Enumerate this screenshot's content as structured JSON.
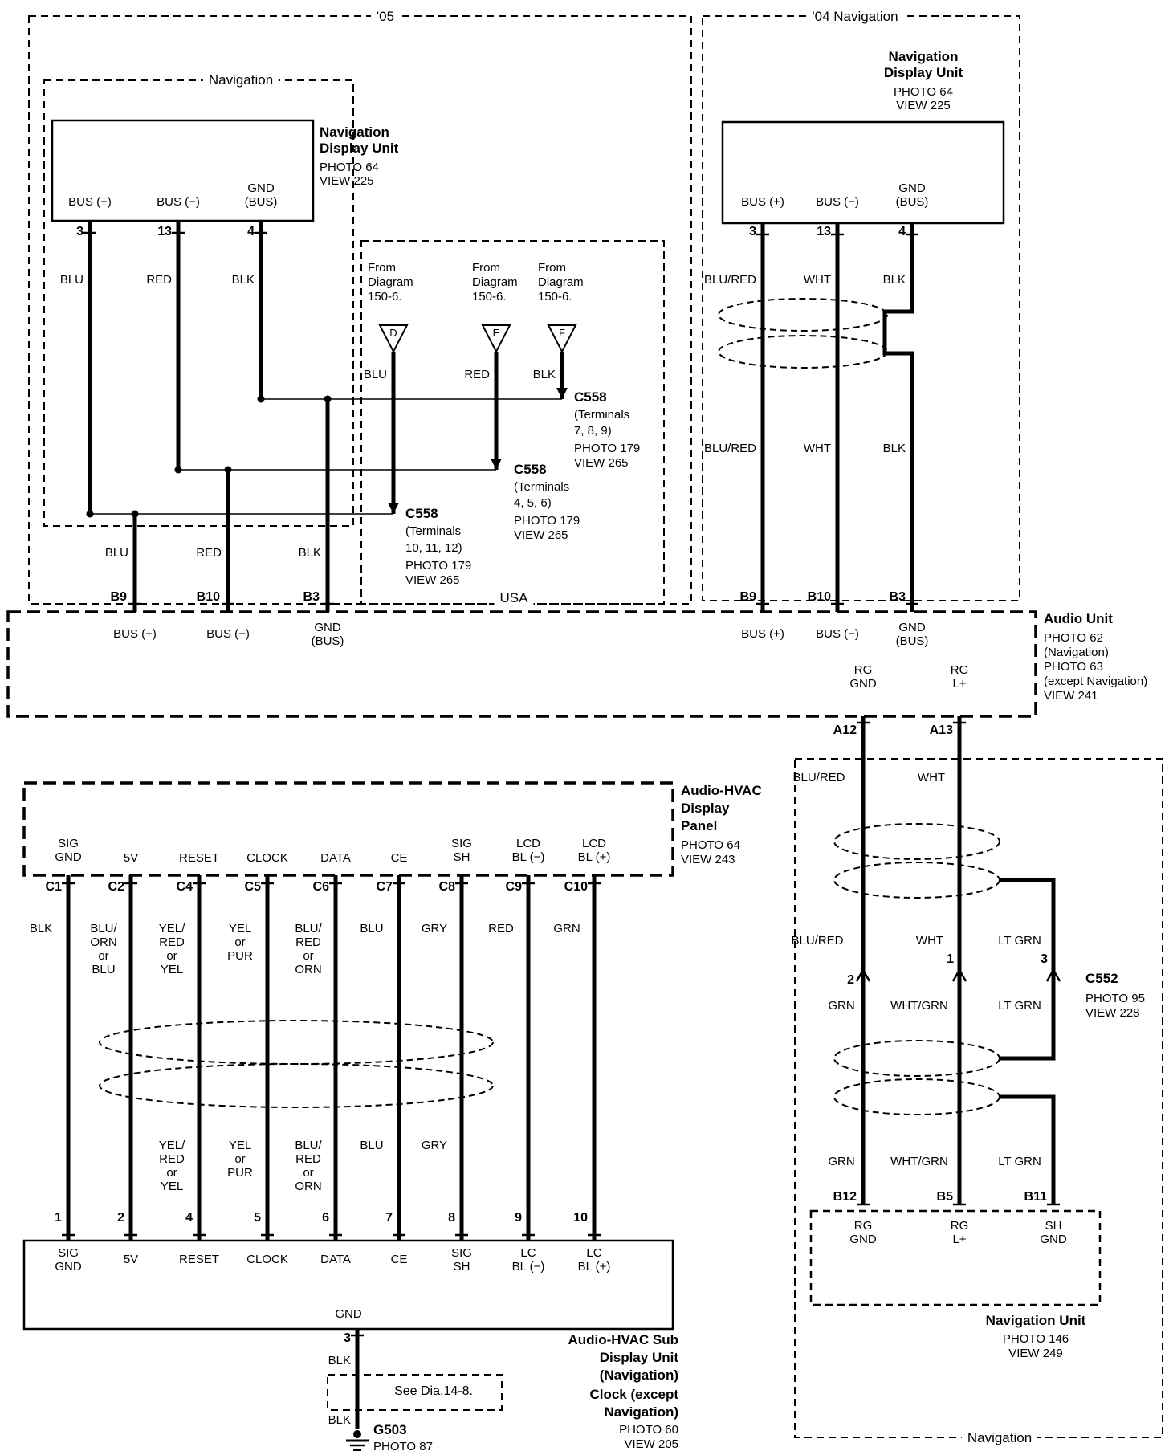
{
  "s05": {
    "region_label": "'05",
    "nav_box_label": "Navigation",
    "display_unit": {
      "line1": "Navigation",
      "line2": "Display Unit",
      "photo": "PHOTO 64",
      "view": "VIEW 225"
    },
    "pin_names": {
      "bus_pos": "BUS (+)",
      "bus_neg": "BUS (−)",
      "gnd": "GND\n(BUS)"
    },
    "pin_nums": {
      "p3": "3",
      "p13": "13",
      "p4": "4"
    },
    "wire_colors_top": {
      "blu": "BLU",
      "red": "RED",
      "blk": "BLK"
    },
    "from_diagram": {
      "text": "From\nDiagram\n150-6.",
      "d": "D",
      "e": "E",
      "f": "F"
    },
    "branch_colors": {
      "blu": "BLU",
      "red": "RED",
      "blk": "BLK"
    },
    "c558_1": {
      "name": "C558",
      "l1": "(Terminals",
      "l2": "7, 8, 9)",
      "photo": "PHOTO 179",
      "view": "VIEW 265"
    },
    "c558_2": {
      "name": "C558",
      "l1": "(Terminals",
      "l2": "4, 5, 6)",
      "photo": "PHOTO 179",
      "view": "VIEW 265"
    },
    "c558_3": {
      "name": "C558",
      "l1": "(Terminals",
      "l2": "10, 11, 12)",
      "photo": "PHOTO 179",
      "view": "VIEW 265"
    },
    "usa_label": "USA",
    "wire_colors_bottom": {
      "blu": "BLU",
      "red": "RED",
      "blk": "BLK"
    },
    "conn": {
      "b9": "B9",
      "b10": "B10",
      "b3": "B3"
    }
  },
  "s04": {
    "region_label": "'04 Navigation",
    "display_unit": {
      "line1": "Navigation",
      "line2": "Display Unit",
      "photo": "PHOTO 64",
      "view": "VIEW 225"
    },
    "pin_names": {
      "bus_pos": "BUS (+)",
      "bus_neg": "BUS (−)",
      "gnd": "GND\n(BUS)"
    },
    "pin_nums": {
      "p3": "3",
      "p13": "13",
      "p4": "4"
    },
    "wire_colors_top": {
      "w1": "BLU/RED",
      "w2": "WHT",
      "w3": "BLK"
    },
    "wire_colors_bottom": {
      "w1": "BLU/RED",
      "w2": "WHT",
      "w3": "BLK"
    },
    "conn": {
      "b9": "B9",
      "b10": "B10",
      "b3": "B3"
    }
  },
  "audio_unit": {
    "title": "Audio Unit",
    "photo1": "PHOTO 62",
    "note1": "(Navigation)",
    "photo2": "PHOTO 63",
    "note2": "(except Navigation)",
    "view": "VIEW 241",
    "left_pins": {
      "bus_pos": "BUS (+)",
      "bus_neg": "BUS (−)",
      "gnd": "GND\n(BUS)"
    },
    "right_pins": {
      "bus_pos": "BUS (+)",
      "bus_neg": "BUS (−)",
      "gnd": "GND\n(BUS)"
    },
    "out_pins": {
      "rg_gnd": "RG\nGND",
      "rg_lplus": "RG\nL+"
    },
    "out_conn": {
      "a12": "A12",
      "a13": "A13"
    }
  },
  "nav_lower": {
    "region_label": "Navigation",
    "colors_1": {
      "w1": "BLU/RED",
      "w2": "WHT"
    },
    "colors_2": {
      "w1": "BLU/RED",
      "w2": "WHT",
      "w3": "LT GRN"
    },
    "c552": {
      "name": "C552",
      "photo": "PHOTO 95",
      "view": "VIEW 228",
      "p1": "1",
      "p2": "2",
      "p3": "3"
    },
    "colors_3": {
      "w1": "GRN",
      "w2": "WHT/GRN",
      "w3": "LT GRN"
    },
    "colors_4": {
      "w1": "GRN",
      "w2": "WHT/GRN",
      "w3": "LT GRN"
    },
    "conn": {
      "b12": "B12",
      "b5": "B5",
      "b11": "B11"
    },
    "nav_unit": {
      "pin_rg_gnd": "RG\nGND",
      "pin_rg_lplus": "RG\nL+",
      "pin_sh_gnd": "SH\nGND",
      "title": "Navigation Unit",
      "photo": "PHOTO 146",
      "view": "VIEW 249"
    }
  },
  "hvac": {
    "panel_title": {
      "l1": "Audio-HVAC",
      "l2": "Display",
      "l3": "Panel",
      "photo": "PHOTO 64",
      "view": "VIEW 243"
    },
    "top_pins": [
      "SIG\nGND",
      "5V",
      "RESET",
      "CLOCK",
      "DATA",
      "CE",
      "SIG\nSH",
      "LCD\nBL (−)",
      "LCD\nBL (+)"
    ],
    "connectors": [
      "C1",
      "C2",
      "C4",
      "C5",
      "C6",
      "C7",
      "C8",
      "C9",
      "C10"
    ],
    "colors_top": [
      "BLK",
      "BLU/\nORN\nor\nBLU",
      "YEL/\nRED\nor\nYEL",
      "YEL\nor\nPUR",
      "BLU/\nRED\nor\nORN",
      "BLU",
      "GRY",
      "RED",
      "GRN"
    ],
    "colors_bottom": [
      "YEL/\nRED\nor\nYEL",
      "YEL\nor\nPUR",
      "BLU/\nRED\nor\nORN",
      "BLU",
      "GRY"
    ],
    "pin_nums": [
      "1",
      "2",
      "4",
      "5",
      "6",
      "7",
      "8",
      "9",
      "10"
    ],
    "bottom_pins": [
      "SIG\nGND",
      "5V",
      "RESET",
      "CLOCK",
      "DATA",
      "CE",
      "SIG\nSH",
      "LC\nBL (−)",
      "LC\nBL (+)"
    ],
    "gnd_label": "GND",
    "gnd_pin": "3",
    "gnd_color_1": "BLK",
    "see_note": "See Dia.14-8.",
    "gnd_color_2": "BLK",
    "ground": {
      "name": "G503",
      "photo": "PHOTO 87"
    },
    "sub_title": {
      "l1": "Audio-HVAC Sub",
      "l2": "Display Unit",
      "l3": "(Navigation)",
      "l4": "Clock (except",
      "l5": "Navigation)",
      "photo": "PHOTO 60",
      "view": "VIEW 205"
    }
  }
}
